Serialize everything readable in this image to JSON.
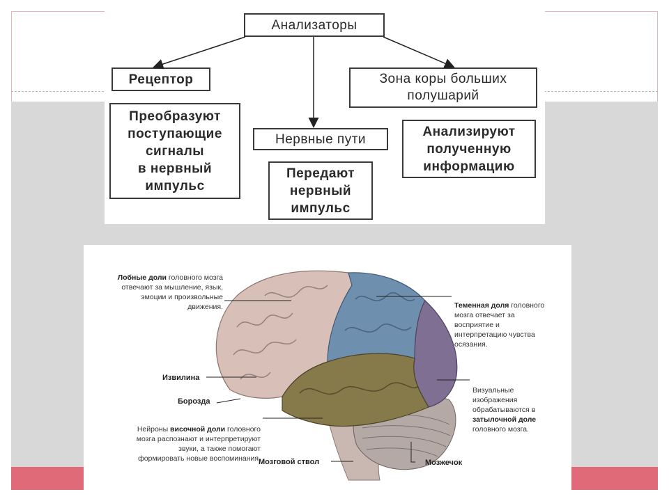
{
  "diagram": {
    "root": "Анализаторы",
    "receptor": "Рецептор",
    "receptor_desc": "Преобразуют\nпоступающие\nсигналы\nв нервный\nимпульс",
    "nerves": "Нервные пути",
    "nerves_desc": "Передают\nнервный\nимпульс",
    "cortex": "Зона коры больших\nполушарий",
    "cortex_desc": "Анализируют\nполученную\nинформацию"
  },
  "brain": {
    "frontal_bold": "Лобные доли",
    "frontal_rest": " головного мозга\nотвечают за мышление, язык,\nэмоции и произвольные\nдвижения.",
    "parietal_bold": "Теменная доля",
    "parietal_rest": " головного\nмозга отвечает за\nвосприятие и\nинтерпретацию чувства\nосязания.",
    "gyrus": "Извилина",
    "sulcus": "Борозда",
    "temporal_pre": "Нейроны ",
    "temporal_bold": "височной доли",
    "temporal_rest": " головного\nмозга распознают и интерпретируют\nзвуки, а также помогают\nформировать новые воспоминания.",
    "occipital_pre": "Визуальные\nизображения\nобрабатываются в\n",
    "occipital_bold": "затылочной доле",
    "occipital_rest": "\nголовного мозга.",
    "brainstem": "Мозговой ствол",
    "cerebellum": "Мозжечок"
  },
  "colors": {
    "frontal": "#d8bfb8",
    "parietal": "#6f8fae",
    "occipital": "#7f6f93",
    "temporal": "#867a4a",
    "cerebellum": "#b5a9a6",
    "accent_band": "#e06a78"
  }
}
